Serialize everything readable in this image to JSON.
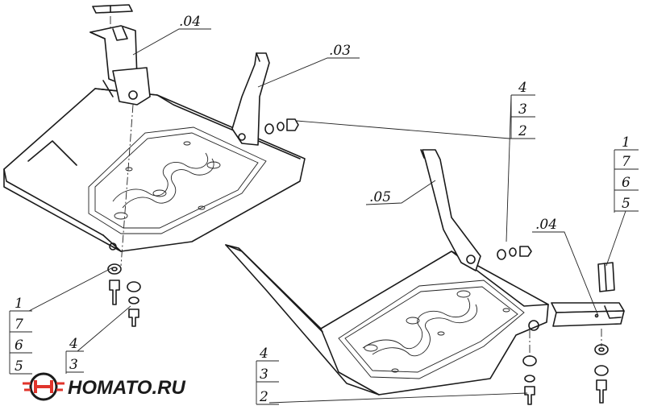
{
  "callouts": {
    "top_bracket": ".04",
    "left_strut": ".03",
    "right_strut": ".05",
    "right_bracket": ".04"
  },
  "stacks": {
    "top_right": [
      "4",
      "3",
      "2"
    ],
    "far_right": [
      "1",
      "7",
      "6",
      "5"
    ],
    "bottom_left": [
      "1",
      "7",
      "6",
      "5"
    ],
    "bottom_left_small": [
      "4",
      "3"
    ],
    "bottom_center": [
      "4",
      "3",
      "2"
    ]
  },
  "logo": {
    "text": "HOMATO.RU",
    "accent_color": "#e0342b"
  },
  "colors": {
    "line": "#1a1a1a",
    "background": "#ffffff"
  }
}
